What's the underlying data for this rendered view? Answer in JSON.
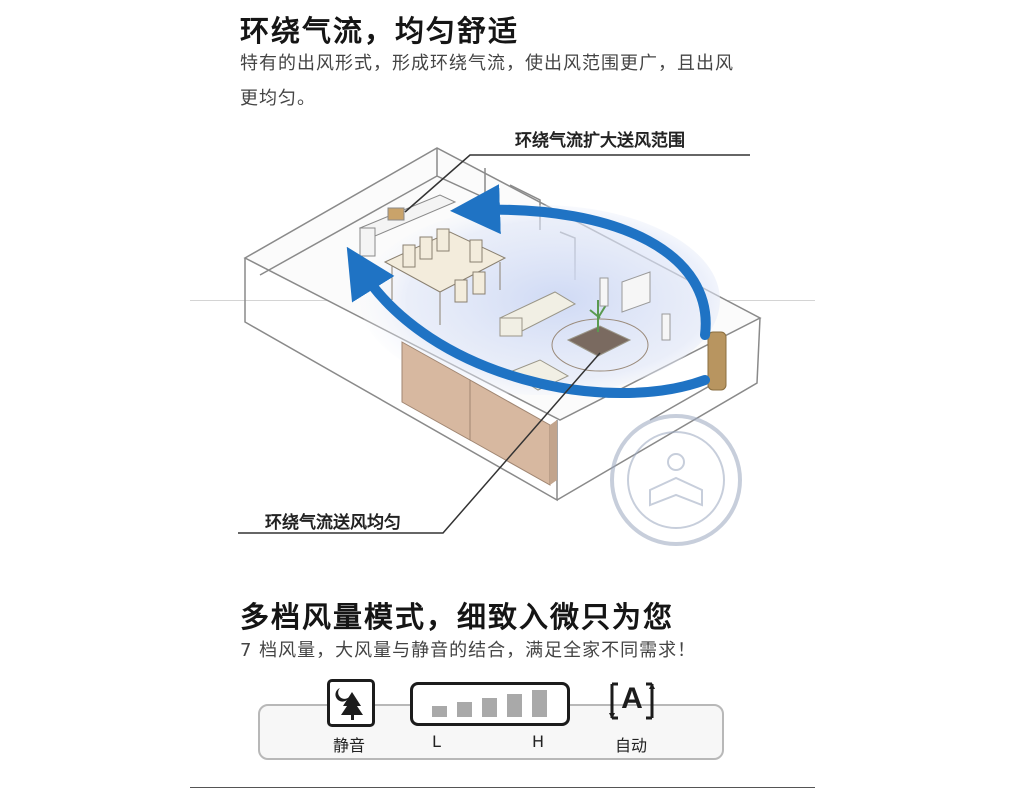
{
  "section1": {
    "title": "环绕气流，均匀舒适",
    "desc_line1": "特有的出风形式，形成环绕气流，使出风范围更广，且出风",
    "desc_line2": "更均匀。",
    "callout_top": "环绕气流扩大送风范围",
    "callout_bottom": "环绕气流送风均匀"
  },
  "section2": {
    "title": "多档风量模式，细致入微只为您",
    "desc": "7 档风量，大风量与静音的结合，满足全家不同需求！"
  },
  "modes": {
    "quiet_label": "静音",
    "low_label": "L",
    "high_label": "H",
    "auto_label": "自动",
    "auto_icon_letter": "A",
    "speed_levels": [
      1,
      2,
      3,
      4,
      5
    ]
  },
  "colors": {
    "airflow_arrow": "#1f73c4",
    "airflow_glow": "#b9c9ee",
    "cabinet": "#d7b8a0",
    "ac_unit": "#b89560",
    "watermark": "#9aa7bf"
  },
  "icons": [
    "moon-tree-icon",
    "auto-a-icon",
    "watermark-seal-icon"
  ]
}
